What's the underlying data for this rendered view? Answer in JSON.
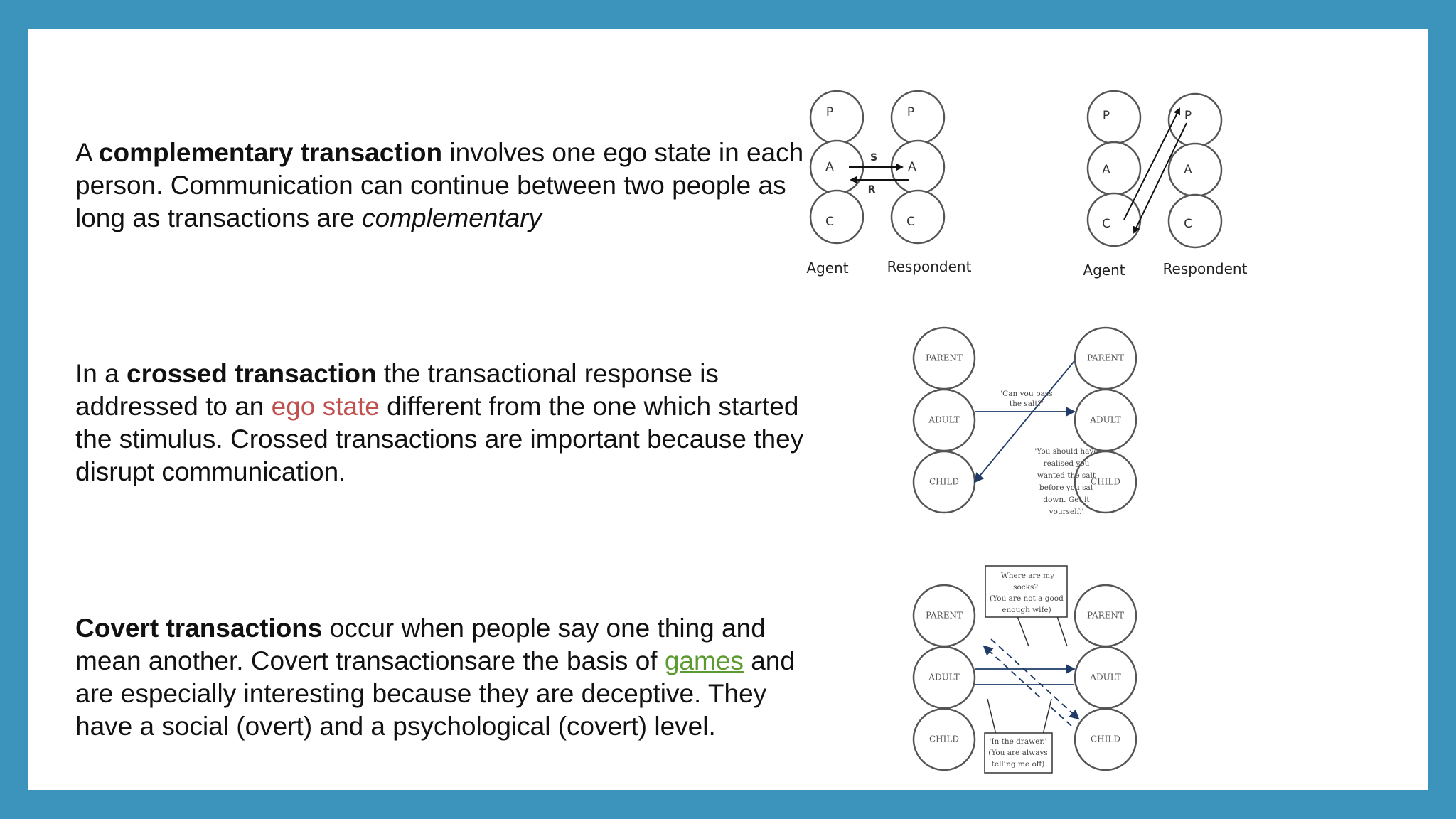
{
  "paragraphs": {
    "p1": {
      "pre": "A ",
      "bold": "complementary transaction",
      "mid": " involves one ego state in each person. Communication can continue between two people as long as transactions are ",
      "italic": "complementary"
    },
    "p2": {
      "pre": "In a ",
      "bold": "crossed transaction",
      "mid1": " the transactional response is addressed to an ",
      "link": "ego state",
      "post": " different from the one which started the stimulus. Crossed transactions are important because they disrupt communication."
    },
    "p3": {
      "bold": "Covert transactions",
      "mid1": " occur when people say one thing and mean another. Covert transactionsare the basis of ",
      "link": "games",
      "post": " and are especially interesting because they are deceptive. They have a social (overt) and a psychological (covert) level."
    }
  },
  "diagram1": {
    "states": [
      "P",
      "A",
      "C"
    ],
    "agent": "Agent",
    "respondent": "Respondent",
    "stimulus": "S",
    "response": "R"
  },
  "diagram3": {
    "states": [
      "PARENT",
      "ADULT",
      "CHILD"
    ],
    "note_top": [
      "'Can you pass",
      "the salt?'"
    ],
    "note_bottom": [
      "'You should have",
      "realised you",
      "wanted the salt",
      "before you sat",
      "down. Get it",
      "yourself.'"
    ]
  },
  "diagram4": {
    "states": [
      "PARENT",
      "ADULT",
      "CHILD"
    ],
    "note_top": [
      "'Where are my",
      "socks?'",
      "(You are not a good",
      "enough wife)"
    ],
    "note_bottom": [
      "'In the drawer.'",
      "(You are always",
      "telling me off)"
    ]
  },
  "colors": {
    "frame": "#3c93bb",
    "ego_state_link": "#c0504d",
    "games_link": "#5b9a2f",
    "diagram_arrow": "#1f3b66"
  }
}
